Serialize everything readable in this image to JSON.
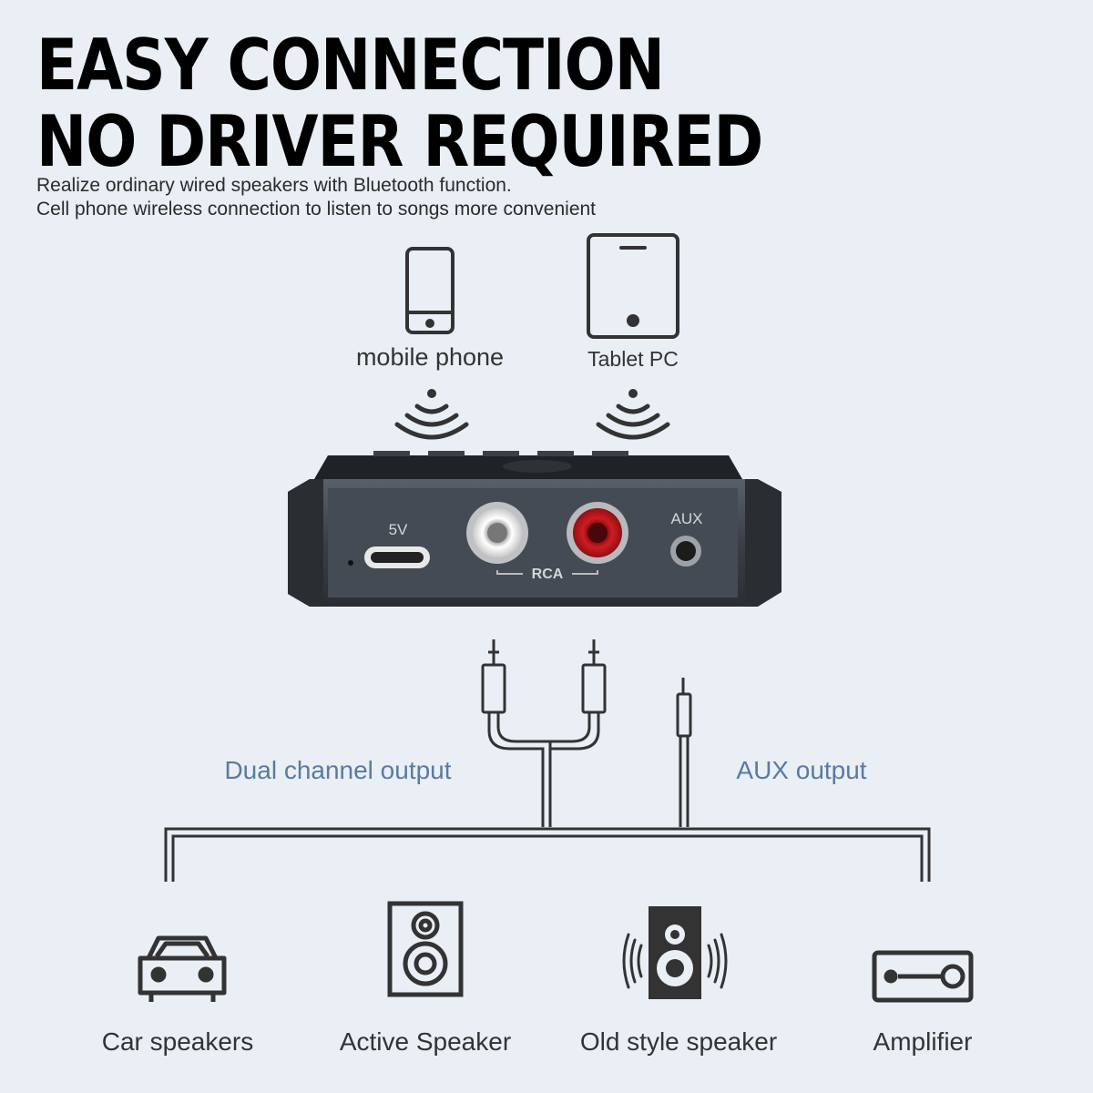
{
  "headline": {
    "line1": "EASY CONNECTION",
    "line2": "NO DRIVER REQUIRED"
  },
  "subtitle": {
    "line1": "Realize ordinary wired speakers with Bluetooth function.",
    "line2": "Cell phone wireless connection to listen to songs more convenient"
  },
  "sources": [
    {
      "label": "mobile phone",
      "icon": "mobile-phone-icon"
    },
    {
      "label": "Tablet PC",
      "icon": "tablet-icon"
    }
  ],
  "device": {
    "port_5v": "5V",
    "port_rca": "RCA",
    "port_aux": "AUX",
    "colors": {
      "body": "#3a3f47",
      "rca_left": "#e6e6e6",
      "rca_right": "#c0151c"
    }
  },
  "outputs": {
    "dual": "Dual channel output",
    "aux": "AUX output"
  },
  "targets": [
    {
      "label": "Car speakers",
      "icon": "car-icon"
    },
    {
      "label": "Active Speaker",
      "icon": "active-speaker-icon"
    },
    {
      "label": "Old style speaker",
      "icon": "old-speaker-icon"
    },
    {
      "label": "Amplifier",
      "icon": "amplifier-icon"
    }
  ]
}
